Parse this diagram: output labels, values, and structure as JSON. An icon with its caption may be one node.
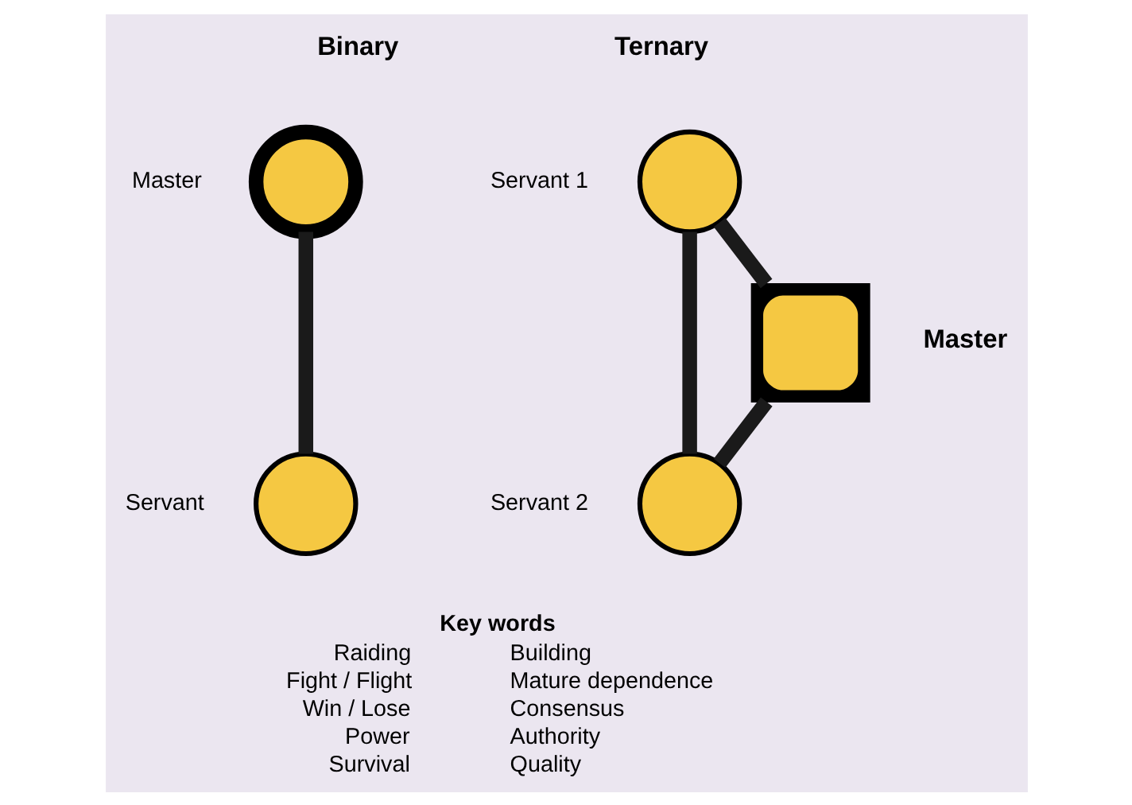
{
  "diagram": {
    "nodes": [
      {
        "text": [],
        "shape": "circle",
        "beside": [
          "Master"
        ]
      },
      {
        "text": [],
        "shape": "circle",
        "beside": [
          "Servant"
        ]
      },
      {
        "text": [],
        "shape": "circle",
        "beside": [
          "Servant 1"
        ]
      },
      {
        "text": [],
        "shape": "circle",
        "beside": [
          "Servant 2"
        ]
      },
      {
        "text": [],
        "shape": "box",
        "beside": [
          "Master"
        ]
      }
    ],
    "edges": [
      {
        "from": 0,
        "to": 1,
        "arrow": "none"
      },
      {
        "from": 2,
        "to": 3,
        "arrow": "none"
      },
      {
        "from": 2,
        "to": 4,
        "arrow": "none"
      },
      {
        "from": 3,
        "to": 4,
        "arrow": "none"
      }
    ],
    "labels": [
      "Binary",
      "Ternary",
      "Key words",
      "Raiding",
      "Building",
      "Fight / Flight",
      "Mature dependence",
      "Win / Lose",
      "Consensus",
      "Power",
      "Authority",
      "Survival",
      "Quality"
    ]
  }
}
